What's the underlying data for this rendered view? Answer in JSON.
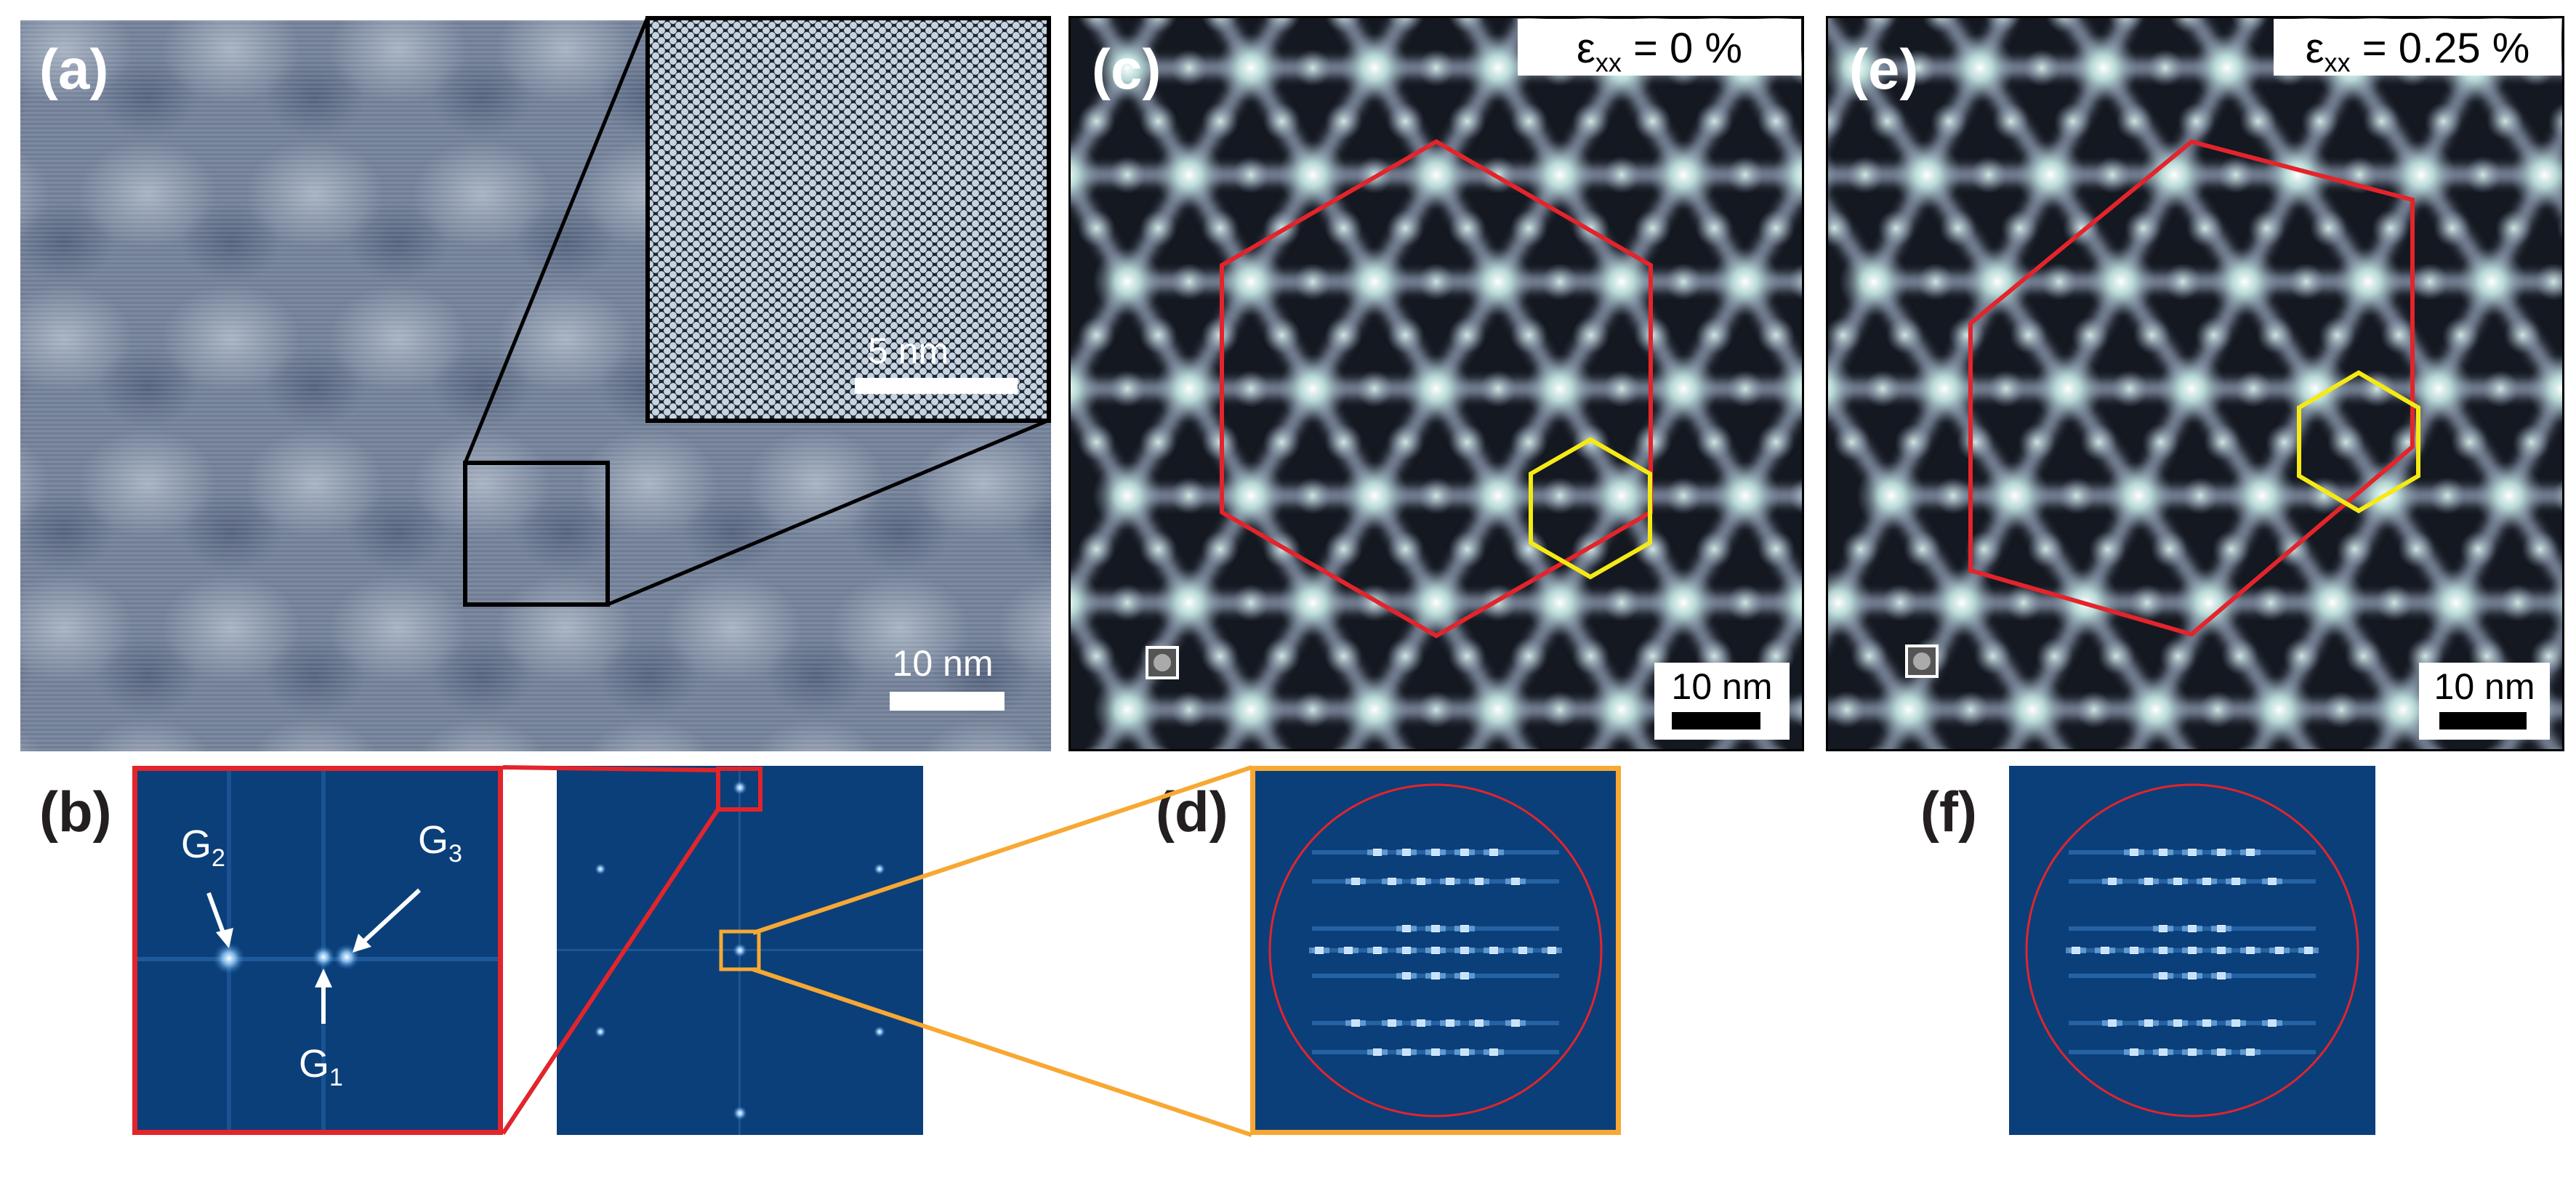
{
  "panel_labels": {
    "a": "(a)",
    "b": "(b)",
    "c": "(c)",
    "d": "(d)",
    "e": "(e)",
    "f": "(f)"
  },
  "panel_a": {
    "inset_scale": "5 nm",
    "main_scale": "10 nm"
  },
  "panel_b": {
    "g1": "G",
    "g1_sub": "1",
    "g2": "G",
    "g2_sub": "2",
    "g3": "G",
    "g3_sub": "3"
  },
  "panel_c": {
    "strain_symbol": "ε",
    "strain_sub": "xx",
    "strain_value": " = 0 %",
    "scale": "10 nm"
  },
  "panel_e": {
    "strain_symbol": "ε",
    "strain_sub": "xx",
    "strain_value": " = 0.25 %",
    "scale": "10 nm"
  },
  "colors": {
    "red": "#e3242b",
    "orange": "#f7a833",
    "yellow": "#f5ea14",
    "fft_blue": "#0b3f7a",
    "stm_gray": "#5c6b84"
  }
}
